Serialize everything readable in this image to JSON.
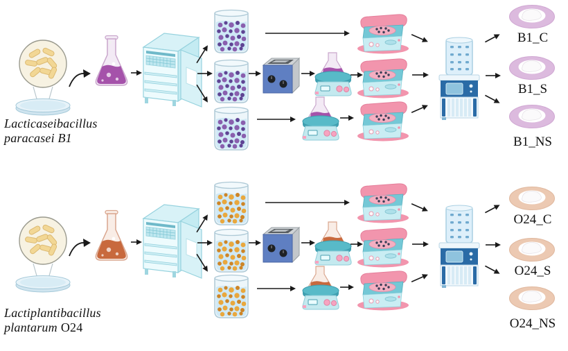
{
  "figure": {
    "type": "laboratory-workflow-diagram",
    "background": "#ffffff",
    "arrow_color": "#1a1a1a",
    "equipment_icons": [
      "petri-dish-culture-icon",
      "erlenmeyer-flask-icon",
      "incubator-icon",
      "beaker-icon",
      "ultrasonic-bath-icon",
      "magnetic-stirrer-icon",
      "centrifuge-icon",
      "freeze-dryer-icon",
      "freeze-dried-product-icon"
    ],
    "rows": [
      {
        "strain": "Lacticaseibacillus paracasei B1",
        "species": {
          "line1": "Lacticaseibacillus",
          "line2_italic": "paracasei B1",
          "line2_regular": ""
        },
        "theme": {
          "culture_liquid": "#a552aa",
          "beaker_beads": "#8a5fae",
          "product_ring": "#dcbade"
        },
        "products": [
          "B1_C",
          "B1_S",
          "B1_NS"
        ]
      },
      {
        "strain": "Lactiplantibacillus plantarum O24",
        "species": {
          "line1": "Lactiplantibacillus",
          "line2_italic": "plantarum",
          "line2_regular": "O24"
        },
        "theme": {
          "culture_liquid": "#c8693d",
          "beaker_beads": "#e9a83e",
          "product_ring": "#ecc9b2"
        },
        "products": [
          "O24_C",
          "O24_S",
          "O24_NS"
        ]
      }
    ]
  }
}
